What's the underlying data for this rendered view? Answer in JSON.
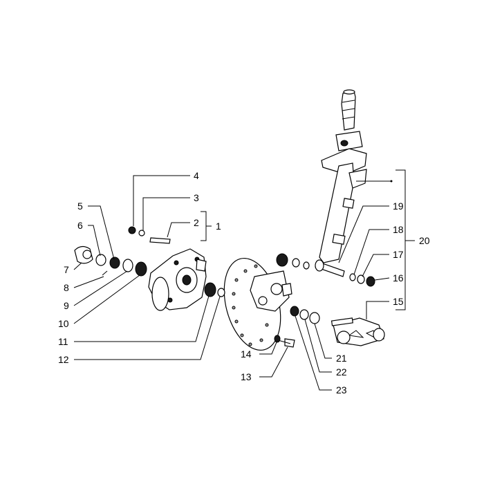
{
  "diagram": {
    "callouts": {
      "c1": "1",
      "c2": "2",
      "c3": "3",
      "c4": "4",
      "c5": "5",
      "c6": "6",
      "c7": "7",
      "c8": "8",
      "c9": "9",
      "c10": "10",
      "c11": "11",
      "c12": "12",
      "c13": "13",
      "c14": "14",
      "c15": "15",
      "c16": "16",
      "c17": "17",
      "c18": "18",
      "c19": "19",
      "c20": "20",
      "c21": "21",
      "c22": "22",
      "c23": "23"
    },
    "colors": {
      "ink": "#000000",
      "paper": "#ffffff",
      "shade": "#9a9a9a"
    }
  }
}
